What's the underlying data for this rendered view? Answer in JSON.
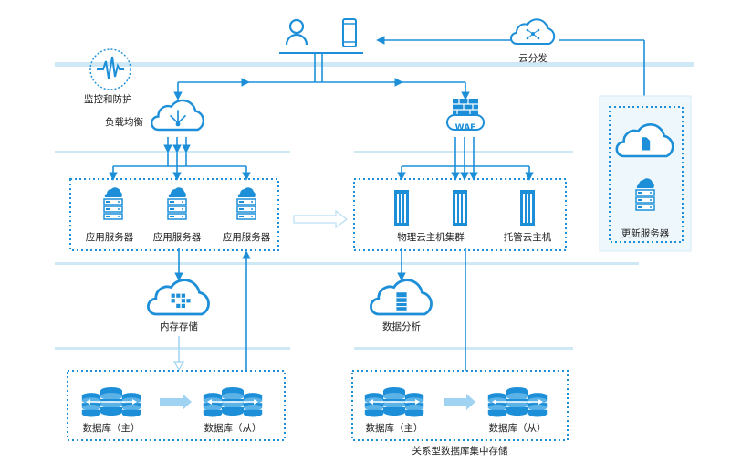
{
  "colors": {
    "primary": "#1d8fd8",
    "light": "#9fd3f1",
    "band": "#d4ecf8"
  },
  "top": {
    "user_icon": "user-icon",
    "phone_icon": "mobile-phone-icon"
  },
  "cdn": {
    "label": "云分发",
    "icon": "cloud-distribution-icon"
  },
  "monitor": {
    "label": "监控和防护",
    "icon": "heartbeat-monitor-icon"
  },
  "lb": {
    "label": "负载均衡",
    "icon": "load-balancer-cloud-icon"
  },
  "waf": {
    "label": "WAF",
    "icon": "waf-firewall-icon"
  },
  "app_servers": [
    {
      "label": "应用服务器"
    },
    {
      "label": "应用服务器"
    },
    {
      "label": "应用服务器"
    }
  ],
  "cloud_hosts": {
    "cluster_label": "物理云主机集群",
    "managed_label": "托管云主机"
  },
  "update": {
    "label": "更新服务器"
  },
  "memory": {
    "label": "内存存储"
  },
  "analysis": {
    "label": "数据分析"
  },
  "db_left": {
    "master": "数据库（主）",
    "slave": "数据库（从）"
  },
  "db_right": {
    "master": "数据库（主）",
    "slave": "数据库（从）",
    "caption": "关系型数据库集中存储"
  }
}
